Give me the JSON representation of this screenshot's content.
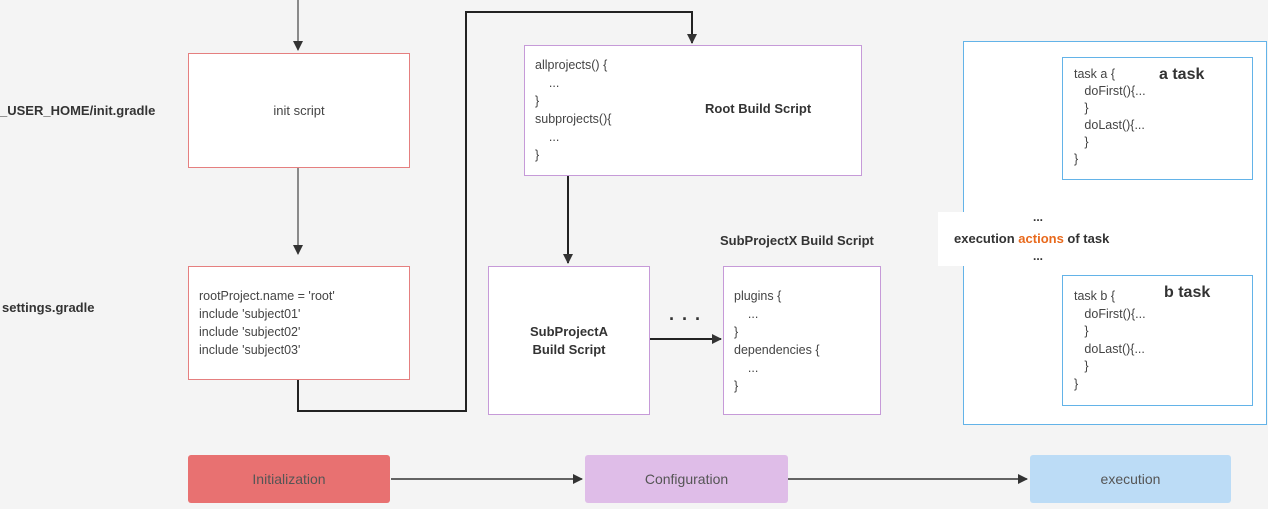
{
  "labels": {
    "init_gradle": "_USER_HOME/init.gradle",
    "settings_gradle": "settings.gradle",
    "subprojectx_title": "SubProjectX Build Script"
  },
  "init_script": {
    "text": "init script"
  },
  "settings_script": {
    "lines": "rootProject.name = 'root'\ninclude 'subject01'\ninclude 'subject02'\ninclude 'subject03'"
  },
  "root_build": {
    "code": "allprojects() {\n    ...\n}\nsubprojects(){\n    ...\n}",
    "title": "Root Build Script"
  },
  "subproject_a": {
    "title": "SubProjectA\nBuild Script"
  },
  "ellipsis": "· · ·",
  "subproject_x": {
    "code": "plugins {\n    ...\n}\ndependencies {\n    ...\n}"
  },
  "task_a": {
    "code": "task a {\n   doFirst(){...\n   }\n   doLast(){...\n   }\n}",
    "title": "a task"
  },
  "task_b": {
    "code": "task b {\n   doFirst(){...\n   }\n   doLast(){...\n   }\n}",
    "title": "b task"
  },
  "execution_label": {
    "dots_top": "...",
    "prefix": "execution ",
    "highlight": "actions",
    "suffix": " of task",
    "dots_bottom": "..."
  },
  "stages": {
    "initialization": "Initialization",
    "configuration": "Configuration",
    "execution": "execution"
  },
  "colors": {
    "red_border": "#e57f7f",
    "purple_border": "#c69ad8",
    "blue_border": "#63b3e8",
    "init_stage": "#e87171",
    "config_stage": "#dfbde8",
    "exec_stage": "#bcdcf6",
    "highlight": "#e8691c"
  }
}
